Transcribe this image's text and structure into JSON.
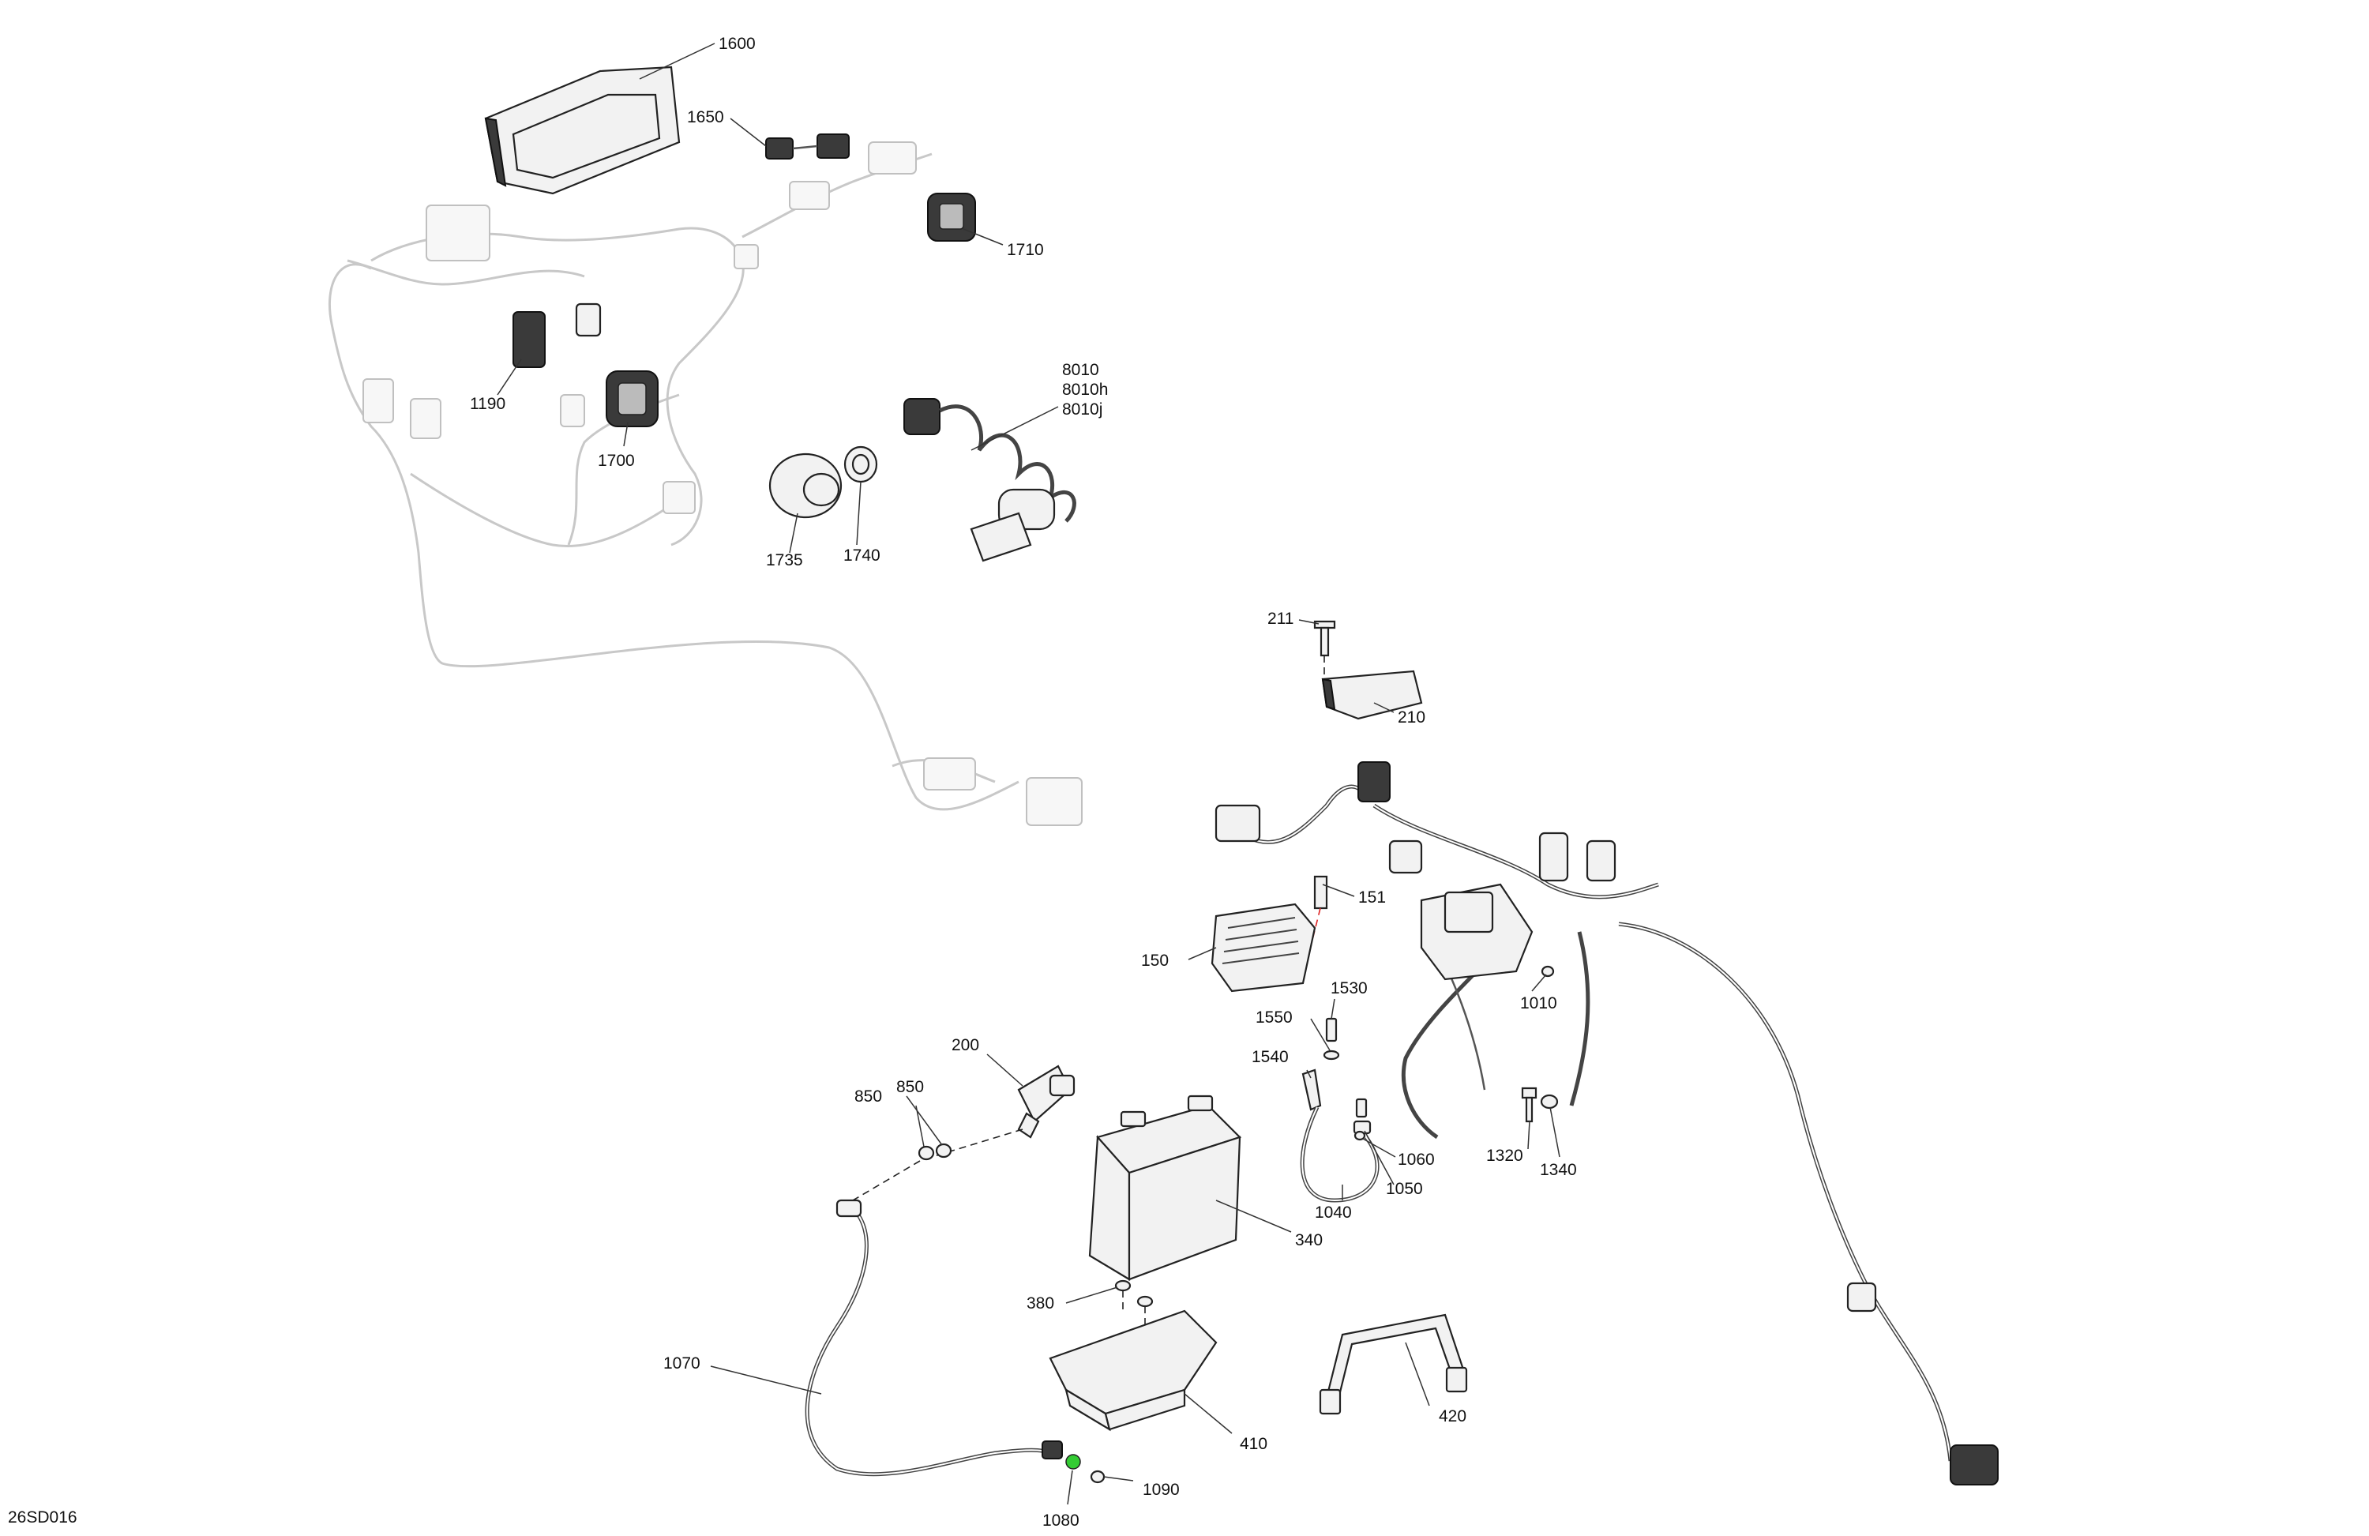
{
  "drawing_code": "26SD016",
  "colors": {
    "line": "#222222",
    "ghost_harness": "#c8c8c8",
    "highlight_fastener": "#33cc33",
    "highlight_screw_tip": "#dd2222"
  },
  "callouts": [
    {
      "id": "c1600",
      "label": "1600"
    },
    {
      "id": "c1650",
      "label": "1650"
    },
    {
      "id": "c1710",
      "label": "1710"
    },
    {
      "id": "c1190",
      "label": "1190"
    },
    {
      "id": "c1700",
      "label": "1700"
    },
    {
      "id": "c8010",
      "label": "8010"
    },
    {
      "id": "c8010h",
      "label": "8010h"
    },
    {
      "id": "c8010j",
      "label": "8010j"
    },
    {
      "id": "c1735",
      "label": "1735"
    },
    {
      "id": "c1740",
      "label": "1740"
    },
    {
      "id": "c211",
      "label": "211"
    },
    {
      "id": "c210",
      "label": "210"
    },
    {
      "id": "c151",
      "label": "151"
    },
    {
      "id": "c150",
      "label": "150"
    },
    {
      "id": "c1530",
      "label": "1530"
    },
    {
      "id": "c1550",
      "label": "1550"
    },
    {
      "id": "c1540",
      "label": "1540"
    },
    {
      "id": "c1010",
      "label": "1010"
    },
    {
      "id": "c200",
      "label": "200"
    },
    {
      "id": "c850a",
      "label": "850"
    },
    {
      "id": "c850b",
      "label": "850"
    },
    {
      "id": "c1060",
      "label": "1060"
    },
    {
      "id": "c1050",
      "label": "1050"
    },
    {
      "id": "c1040",
      "label": "1040"
    },
    {
      "id": "c1320",
      "label": "1320"
    },
    {
      "id": "c1340",
      "label": "1340"
    },
    {
      "id": "c340",
      "label": "340"
    },
    {
      "id": "c380",
      "label": "380"
    },
    {
      "id": "c1070",
      "label": "1070"
    },
    {
      "id": "c410",
      "label": "410"
    },
    {
      "id": "c420",
      "label": "420"
    },
    {
      "id": "c1090",
      "label": "1090"
    },
    {
      "id": "c1080",
      "label": "1080"
    }
  ]
}
